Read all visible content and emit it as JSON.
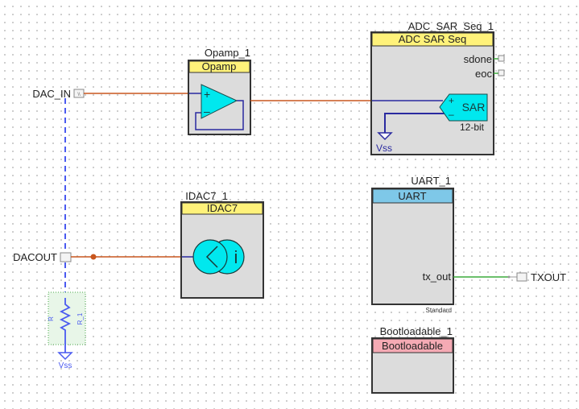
{
  "components": {
    "opamp": {
      "instance": "Opamp_1",
      "type": "Opamp",
      "title_color": "#fff27a"
    },
    "adc": {
      "instance": "ADC_SAR_Seq_1",
      "type": "ADC SAR Seq",
      "title_color": "#fff27a",
      "pins": [
        "sdone",
        "eoc"
      ],
      "symbol": "SAR",
      "resolution": "12-bit",
      "ground": "Vss"
    },
    "idac": {
      "instance": "IDAC7_1",
      "type": "IDAC7",
      "title_color": "#fff27a",
      "symbol": "i"
    },
    "uart": {
      "instance": "UART_1",
      "type": "UART",
      "title_color": "#7ec8e8",
      "pin": "tx_out",
      "variant": "Standard"
    },
    "bootloadable": {
      "instance": "Bootloadable_1",
      "type": "Bootloadable",
      "title_color": "#f5aab4"
    },
    "resistor": {
      "name": "R_1",
      "type": "R",
      "ground": "Vss"
    }
  },
  "ports": {
    "dac_in": "DAC_IN",
    "dacout": "DACOUT",
    "txout": "TXOUT"
  },
  "colors": {
    "analog_wire": "#c8561e",
    "digital_wire": "#3cab3c",
    "internal_wire": "#2a2aa0",
    "component_fill": "#00e8ee",
    "annotation": "#4a5af0"
  }
}
